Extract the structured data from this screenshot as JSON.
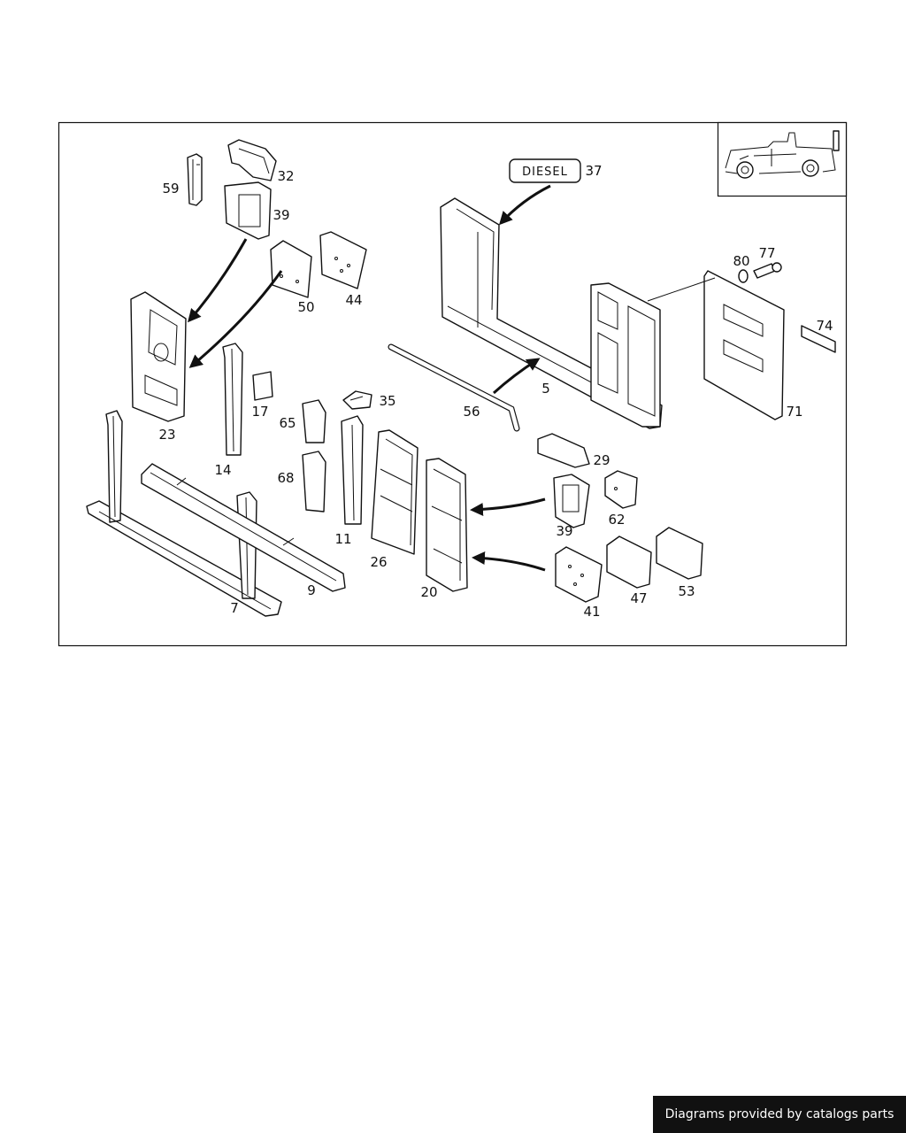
{
  "diagram": {
    "badge_text": "DIESEL",
    "callouts": {
      "p59": "59",
      "p32": "32",
      "p39a": "39",
      "p50": "50",
      "p44": "44",
      "p23": "23",
      "p14": "14",
      "p17": "17",
      "p65": "65",
      "p68": "68",
      "p35": "35",
      "p11": "11",
      "p26": "26",
      "p20": "20",
      "p7": "7",
      "p9": "9",
      "p37": "37",
      "p5": "5",
      "p56": "56",
      "p80": "80",
      "p77": "77",
      "p74": "74",
      "p71": "71",
      "p29": "29",
      "p39b": "39",
      "p62": "62",
      "p41": "41",
      "p47": "47",
      "p53": "53"
    }
  },
  "footer": {
    "credit": "Diagrams provided by catalogs parts"
  }
}
